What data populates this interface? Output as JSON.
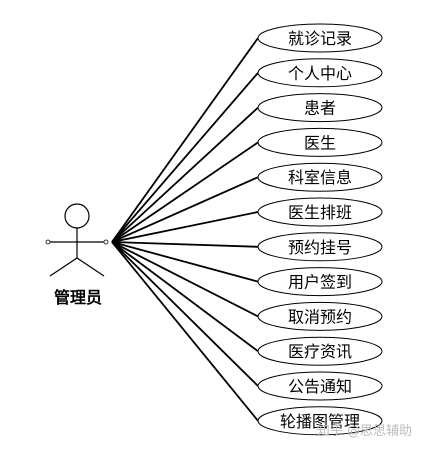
{
  "actor": {
    "label": "管理员"
  },
  "use_cases": [
    {
      "label": "就诊记录"
    },
    {
      "label": "个人中心"
    },
    {
      "label": "患者"
    },
    {
      "label": "医生"
    },
    {
      "label": "科室信息"
    },
    {
      "label": "医生排班"
    },
    {
      "label": "预约挂号"
    },
    {
      "label": "用户签到"
    },
    {
      "label": "取消预约"
    },
    {
      "label": "医疗资讯"
    },
    {
      "label": "公告通知"
    },
    {
      "label": "轮播图管理"
    }
  ],
  "watermark": {
    "label": "知乎 @思思辅助"
  },
  "colors": {
    "line": "#000000",
    "ellipse_stroke": "#000000",
    "ellipse_fill": "#ffffff",
    "background": "#ffffff"
  }
}
